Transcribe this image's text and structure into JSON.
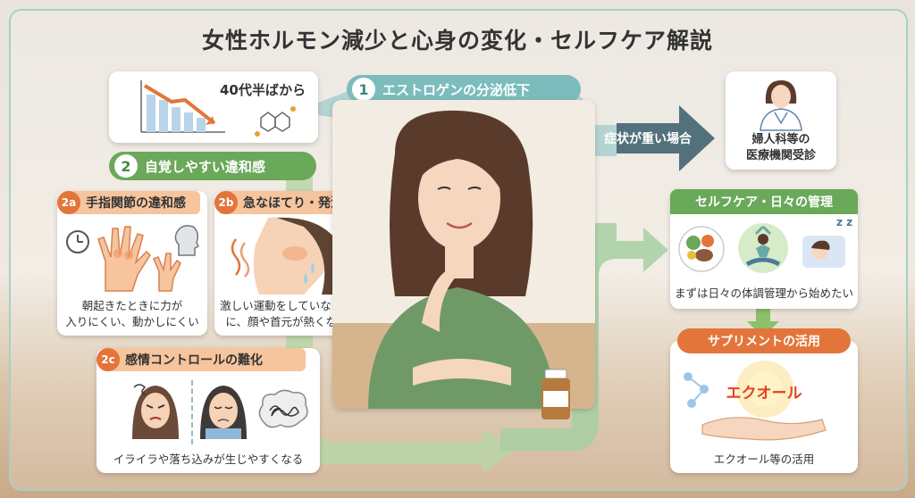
{
  "title": "女性ホルモン減少と心身の変化・セルフケア解説",
  "step1": {
    "num": "1",
    "label": "エストロゲンの分泌低下",
    "age": "40代半ばから"
  },
  "step2": {
    "num": "2",
    "label": "自覚しやすい違和感"
  },
  "sub2a": {
    "badge": "2a",
    "label": "手指関節の違和感",
    "desc1": "朝起きたときに力が",
    "desc2": "入りにくい、動かしにくい"
  },
  "sub2b": {
    "badge": "2b",
    "label": "急なほてり・発汗",
    "desc1": "激しい運動をしていないの",
    "desc2": "に、顔や首元が熱くなる"
  },
  "sub2c": {
    "badge": "2c",
    "label": "感情コントロールの難化",
    "desc": "イライラや落ち込みが生じやすくなる"
  },
  "severe": {
    "label": "症状が重い場合",
    "doctor1": "婦人科等の",
    "doctor2": "医療機関受診"
  },
  "selfcare": {
    "label": "セルフケア・日々の管理",
    "desc": "まずは日々の体調管理から始めたい",
    "zzz": "z z"
  },
  "supplement": {
    "label": "サプリメントの活用",
    "product": "エクオール",
    "desc": "エクオール等の活用"
  },
  "colors": {
    "green": "#5f9e56",
    "teal": "#5e9ea6",
    "orange": "#e4753a",
    "orange_light": "#f6c49d"
  },
  "icons": [
    "chart-down-icon",
    "molecule-icon",
    "doctor-icon",
    "clock-icon",
    "hands-icon",
    "head-icon",
    "heat-icon",
    "sweat-icon",
    "angry-face-icon",
    "sad-face-icon",
    "tangled-thoughts-icon",
    "food-icon",
    "yoga-icon",
    "sleep-icon",
    "supplement-bottle-icon",
    "molecule-icon",
    "hand-icon"
  ]
}
